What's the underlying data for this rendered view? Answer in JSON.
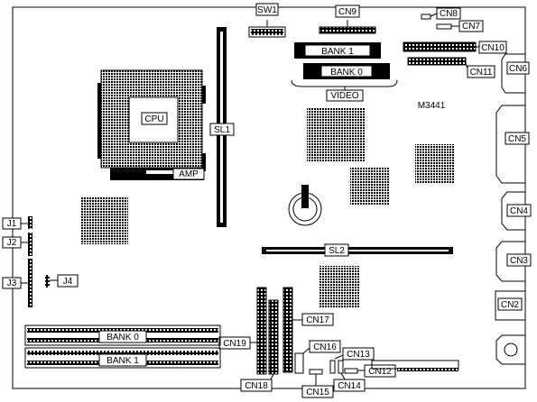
{
  "board": {
    "model": "M3441"
  },
  "labels": {
    "sw1": "SW1",
    "cn9": "CN9",
    "cn8": "CN8",
    "cn7": "CN7",
    "bank1_top": "BANK 1",
    "bank0_top": "BANK 0",
    "video": "VIDEO",
    "cn10": "CN10",
    "cn11": "CN11",
    "cn6": "CN6",
    "cn5": "CN5",
    "cn4": "CN4",
    "cn3": "CN3",
    "cn2": "CN2",
    "cpu": "CPU",
    "amp": "AMP",
    "sl1": "SL1",
    "sl2": "SL2",
    "j1": "J1",
    "j2": "J2",
    "j3": "J3",
    "j4": "J4",
    "cn17": "CN17",
    "cn19": "CN19",
    "cn16": "CN16",
    "cn13": "CN13",
    "cn12": "CN12",
    "cn18": "CN18",
    "cn15": "CN15",
    "cn14": "CN14",
    "bank0_bottom": "BANK 0",
    "bank1_bottom": "BANK 1"
  }
}
